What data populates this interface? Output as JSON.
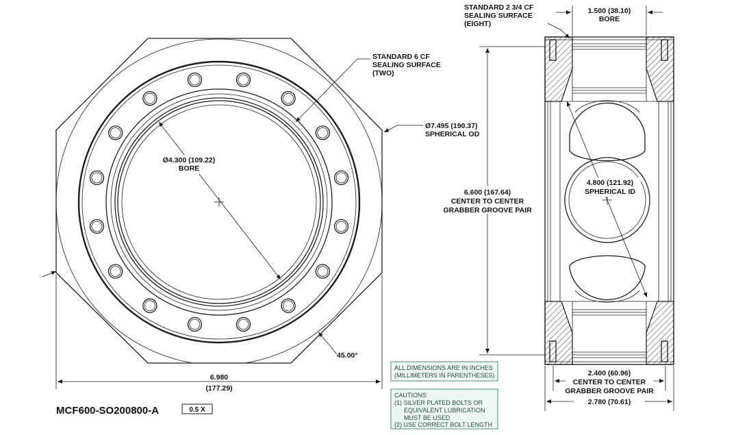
{
  "part_number": "MCF600-SO200800-A",
  "scale": "0.5 X",
  "labels": {
    "cf6_line1": "STANDARD 6 CF",
    "cf6_line2": "SEALING SURFACE",
    "cf6_line3": "(TWO)",
    "od_line1": "Ø7.495 (190.37)",
    "od_line2": "SPHERICAL OD",
    "bore_large_line1": "Ø4.300 (109.22)",
    "bore_large_line2": "BORE",
    "angle": "45.00°",
    "width_line1": "6.980",
    "width_line2": "(177.29)",
    "cf275_line1": "STANDARD 2 3/4 CF",
    "cf275_line2": "SEALING SURFACE",
    "cf275_line3": "(EIGHT)",
    "bore_small_line1": "1.500 (38.10)",
    "bore_small_line2": "BORE",
    "center_line1": "6.600 (167.64)",
    "center_line2": "CENTER TO CENTER",
    "center_line3": "GRABBER GROOVE PAIR",
    "sid_line1": "4.800 (121.92)",
    "sid_line2": "SPHERICAL ID",
    "c2_line1": "2.400 (60.96)",
    "c2_line2": "CENTER TO CENTER",
    "c2_line3": "GRABBER GROOVE PAIR",
    "overall_line1": "2.780 (70.61)"
  },
  "notes": {
    "dims_line1": "ALL DIMENSIONS ARE IN INCHES",
    "dims_line2": "(MILLIMETERS IN PARENTHESES)",
    "cautions_title": "CAUTIONS:",
    "caution_1a": "(1) SILVER PLATED BOLTS OR",
    "caution_1b": "EQUIVALENT LUBRICATION",
    "caution_1c": "MUST BE USED",
    "caution_2": "(2) USE CORRECT BOLT LENGTH"
  },
  "colors": {
    "line": "#1a1a1a",
    "note_border": "#3f8f73",
    "note_fill": "#eef7f2"
  }
}
